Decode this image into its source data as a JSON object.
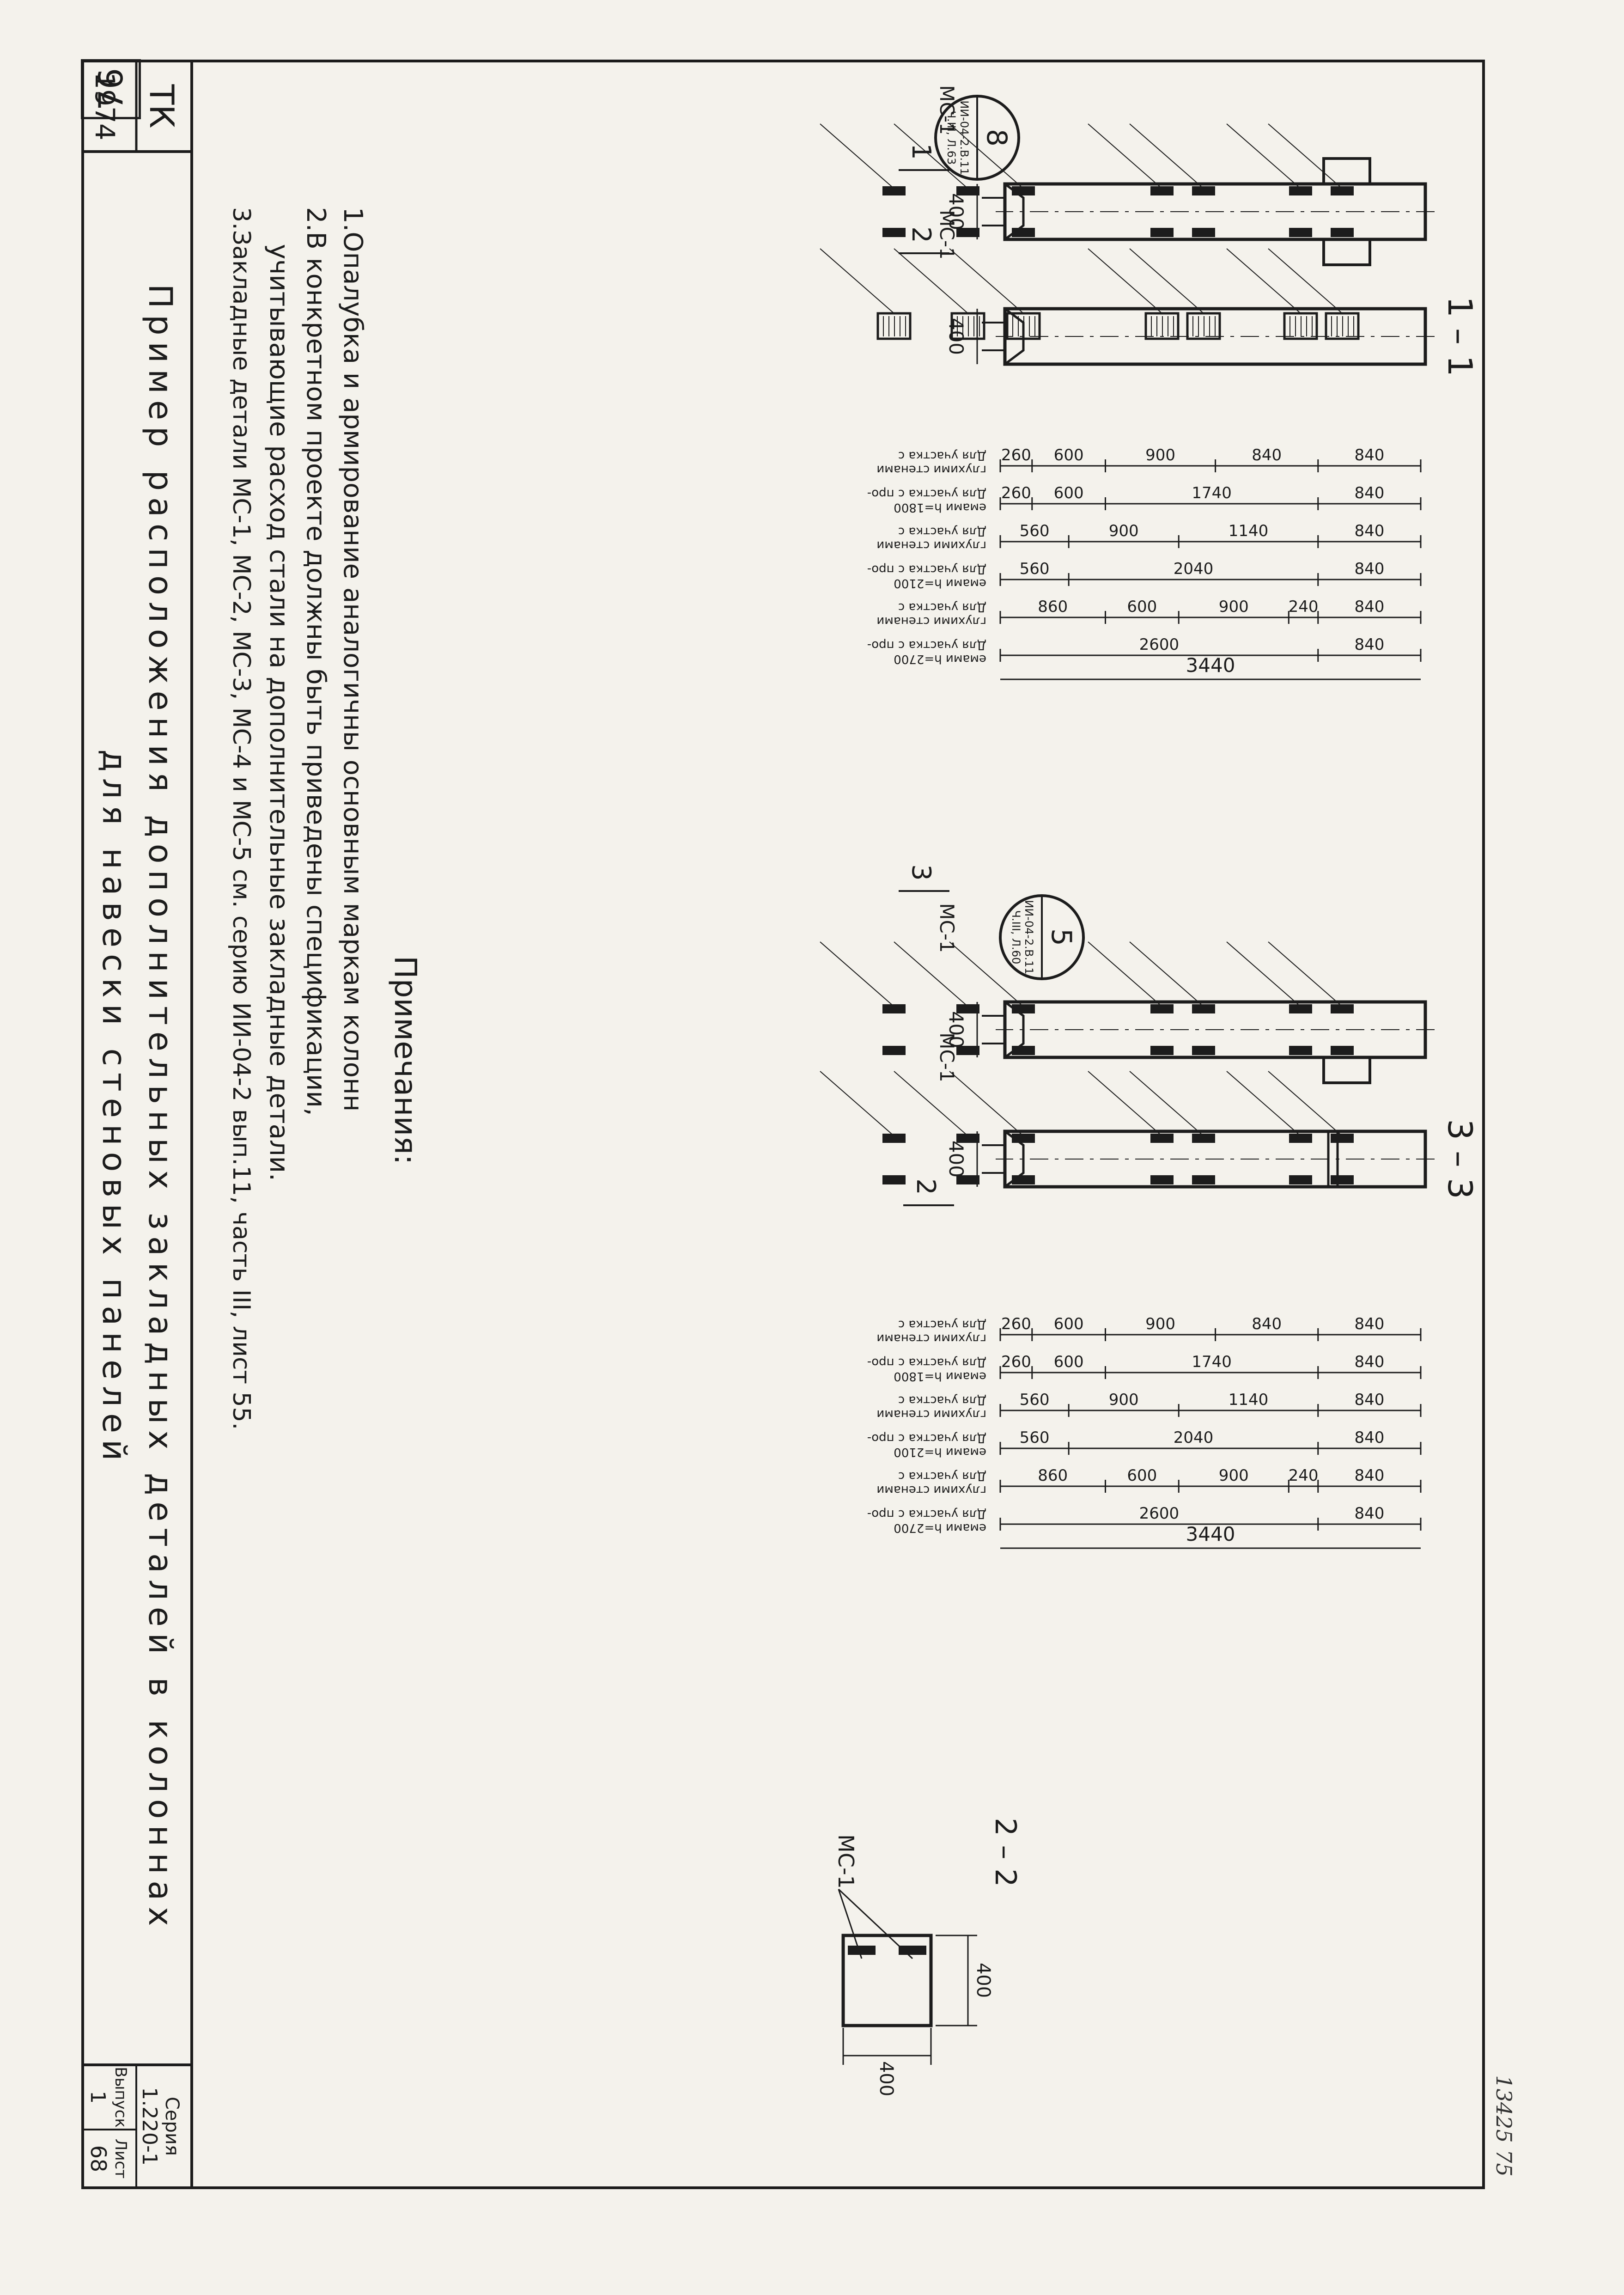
{
  "page_number": "76",
  "title_block": {
    "org": "ТК",
    "year": "1974",
    "title_line1": "Пример расположения дополнительных закладных деталей в колоннах",
    "title_line2": "для навески стеновых панелей",
    "series_label": "Серия",
    "series_value": "1.220-1",
    "issue_label": "Выпуск",
    "issue_value": "1",
    "sheet_label": "Лист",
    "sheet_value": "68",
    "handwritten": "13425  75"
  },
  "notes": {
    "heading": "Примечания:",
    "lines": [
      "1.Опалубка и армирование аналогичны основным маркам колонн",
      "2.В конкретном проекте должны быть приведены спецификации,",
      "учитывающие расход стали на дополнительные закладные детали.",
      "3.Закладные детали МС-1, МС-2, МС-3, МС-4 и МС-5 см. серию ИИ-04-2 вып.11, часть III, лист 55."
    ]
  },
  "sections": {
    "s11": "1 – 1",
    "s22": "2 – 2",
    "s33": "3 – 3",
    "cut1": "1",
    "cut2": "2",
    "cut3": "3",
    "mark": "МС-1",
    "width_400": "400"
  },
  "callouts": {
    "left": {
      "num": "8",
      "ref1": "ИИ-04-2.В.11",
      "ref2": "Ч.III, Л.63"
    },
    "right": {
      "num": "5",
      "ref1": "ИИ-04-2.В.11",
      "ref2": "Ч.III, Л.60"
    }
  },
  "dimension_tables": [
    {
      "total": "3440",
      "rows": [
        {
          "label": [
            "Для участка с",
            "глухими стенами"
          ],
          "values": [
            "260",
            "600",
            "900",
            "840",
            "840"
          ]
        },
        {
          "label": [
            "Для участка с про-",
            "емами h=1800"
          ],
          "values": [
            "260",
            "600",
            "1740",
            "840"
          ]
        },
        {
          "label": [
            "Для участка с",
            "глухими стенами"
          ],
          "values": [
            "560",
            "900",
            "1140",
            "840"
          ]
        },
        {
          "label": [
            "Для участка с про-",
            "емами h=2100"
          ],
          "values": [
            "560",
            "2040",
            "840"
          ]
        },
        {
          "label": [
            "Для участка с",
            "глухими стенами"
          ],
          "values": [
            "860",
            "600",
            "900",
            "240",
            "840"
          ]
        },
        {
          "label": [
            "Для участка с про-",
            "емами h=2700"
          ],
          "values": [
            "2600",
            "840"
          ]
        }
      ]
    },
    {
      "total": "3440",
      "rows": [
        {
          "label": [
            "Для участка с",
            "глухими стенами"
          ],
          "values": [
            "260",
            "600",
            "900",
            "840",
            "840"
          ]
        },
        {
          "label": [
            "Для участка с про-",
            "емами h=1800"
          ],
          "values": [
            "260",
            "600",
            "1740",
            "840"
          ]
        },
        {
          "label": [
            "Для участка с",
            "глухими стенами"
          ],
          "values": [
            "560",
            "900",
            "1140",
            "840"
          ]
        },
        {
          "label": [
            "Для участка с про-",
            "емами h=2100"
          ],
          "values": [
            "560",
            "2040",
            "840"
          ]
        },
        {
          "label": [
            "Для участка с",
            "глухими стенами"
          ],
          "values": [
            "860",
            "600",
            "900",
            "240",
            "840"
          ]
        },
        {
          "label": [
            "Для участка с про-",
            "емами h=2700"
          ],
          "values": [
            "2600",
            "840"
          ]
        }
      ]
    }
  ]
}
